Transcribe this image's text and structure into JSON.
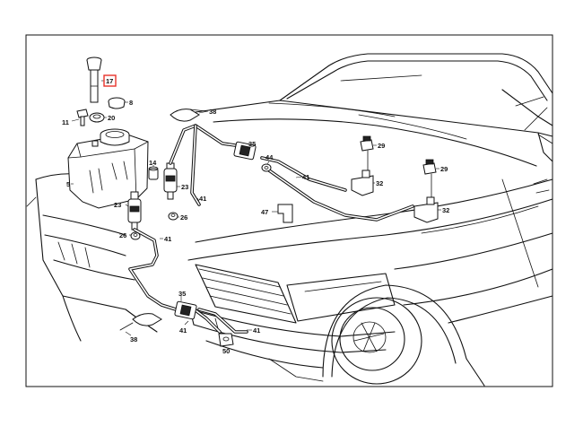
{
  "callouts": [
    {
      "id": "c17",
      "text": "17",
      "highlight": true
    },
    {
      "id": "c8",
      "text": "8"
    },
    {
      "id": "c11",
      "text": "11"
    },
    {
      "id": "c20",
      "text": "20"
    },
    {
      "id": "c5",
      "text": "5"
    },
    {
      "id": "c14",
      "text": "14"
    },
    {
      "id": "c23a",
      "text": "23"
    },
    {
      "id": "c23b",
      "text": "23"
    },
    {
      "id": "c41a",
      "text": "41"
    },
    {
      "id": "c26a",
      "text": "26"
    },
    {
      "id": "c26b",
      "text": "26"
    },
    {
      "id": "c41b",
      "text": "41"
    },
    {
      "id": "c38a",
      "text": "38"
    },
    {
      "id": "c35a",
      "text": "35"
    },
    {
      "id": "c44",
      "text": "44"
    },
    {
      "id": "c41c",
      "text": "41"
    },
    {
      "id": "c47",
      "text": "47"
    },
    {
      "id": "c29a",
      "text": "29"
    },
    {
      "id": "c32a",
      "text": "32"
    },
    {
      "id": "c29b",
      "text": "29"
    },
    {
      "id": "c32b",
      "text": "32"
    },
    {
      "id": "c35b",
      "text": "35"
    },
    {
      "id": "c41d",
      "text": "41"
    },
    {
      "id": "c41e",
      "text": "41"
    },
    {
      "id": "c38b",
      "text": "38"
    },
    {
      "id": "c50",
      "text": "50"
    }
  ],
  "colors": {
    "line": "#111111",
    "highlight": "#e8322b",
    "background": "#ffffff"
  }
}
